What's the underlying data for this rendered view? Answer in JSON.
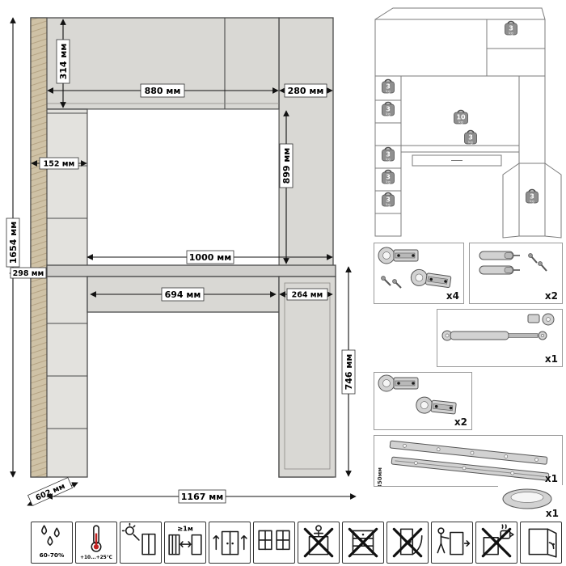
{
  "dimensions": {
    "total_height": "1654 мм",
    "top_cabinet_height": "314 мм",
    "top_cabinet_width": "880 мм",
    "right_column_width": "280 мм",
    "right_column_height": "899 мм",
    "shelf_width": "152 мм",
    "shelf_depth": "298 мм",
    "desktop_width": "1000 мм",
    "drawer_width": "694 мм",
    "lower_cabinet_width": "264 мм",
    "desk_height": "746 мм",
    "depth": "602 мм",
    "total_width": "1167 мм"
  },
  "weights": {
    "unit": "kg",
    "badges": [
      "3",
      "3",
      "3",
      "3",
      "3",
      "3",
      "10",
      "3",
      "3"
    ]
  },
  "hardware": {
    "hinges_top": {
      "qty": "x4"
    },
    "dampers": {
      "qty": "x2"
    },
    "gas_lift": {
      "qty": "x1"
    },
    "hinges_bottom": {
      "qty": "x2"
    },
    "slides": {
      "qty": "x1",
      "length": "350мм"
    },
    "bowl": {
      "qty": "x1"
    }
  },
  "care": {
    "humidity": "60-70%",
    "temperature": "+10...+25°С",
    "heater_distance": "≥1м"
  }
}
